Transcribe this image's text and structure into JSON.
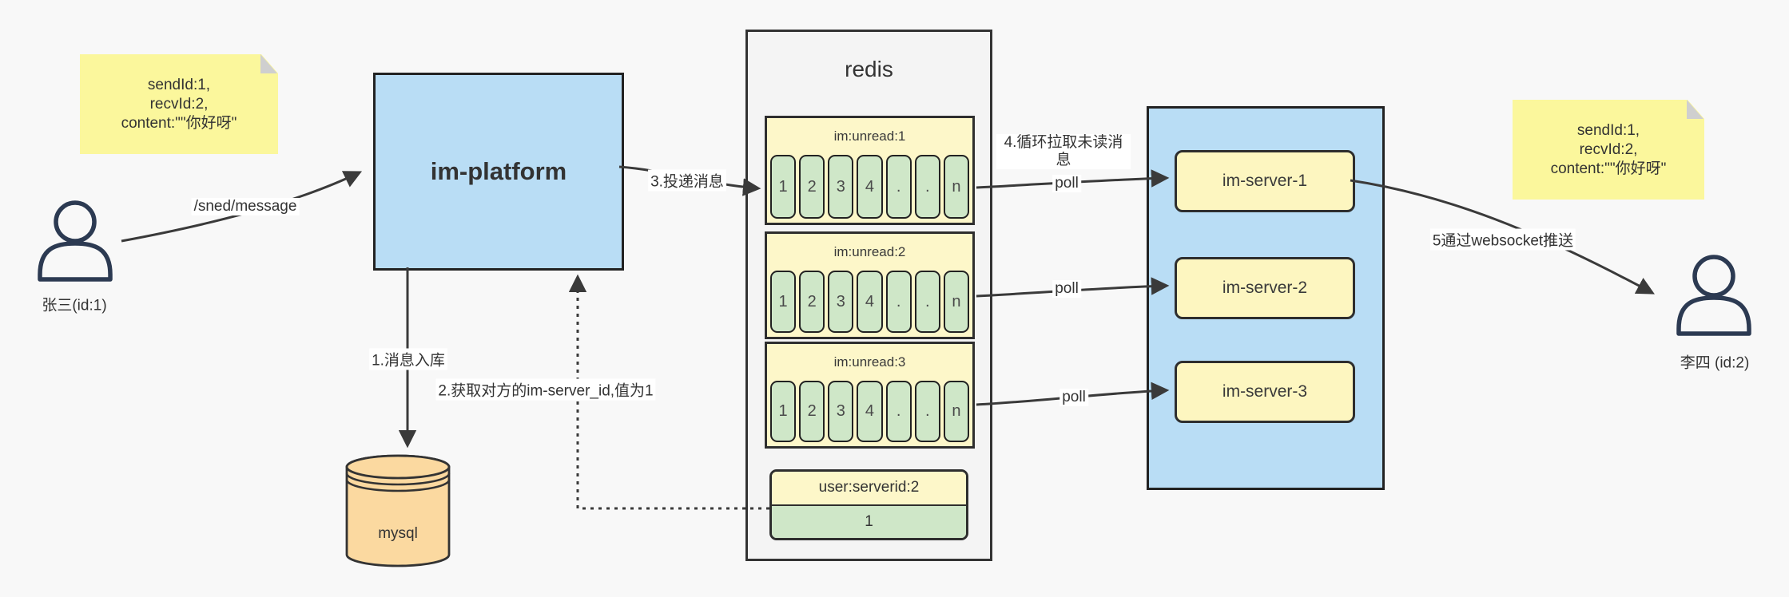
{
  "colors": {
    "background": "#f8f8f8",
    "note_yellow": "#fbf79c",
    "note_fold_gray": "#cfcfcf",
    "box_blue": "#b9ddf5",
    "box_yellow": "#fdf6c0",
    "queue_yellow": "#fdf7c9",
    "cell_green": "#cfe7c8",
    "mysql_orange": "#fbd9a0",
    "panel_gray": "#f4f4f4",
    "border_dark": "#2e2e2e",
    "line_dark": "#3a3a3a"
  },
  "sender": {
    "name": "张三(id:1)",
    "note_lines": [
      "sendId:1,",
      "recvId:2,",
      "content:\"\"你好呀\""
    ]
  },
  "receiver": {
    "name": "李四 (id:2)",
    "note_lines": [
      "sendId:1,",
      "recvId:2,",
      "content:\"\"你好呀\""
    ]
  },
  "platform": {
    "title": "im-platform"
  },
  "database": {
    "title": "mysql"
  },
  "redis": {
    "title": "redis",
    "queues": [
      {
        "name": "im:unread:1",
        "cells": [
          "1",
          "2",
          "3",
          "4",
          ".",
          ".",
          "n"
        ]
      },
      {
        "name": "im:unread:2",
        "cells": [
          "1",
          "2",
          "3",
          "4",
          ".",
          ".",
          "n"
        ]
      },
      {
        "name": "im:unread:3",
        "cells": [
          "1",
          "2",
          "3",
          "4",
          ".",
          ".",
          "n"
        ]
      }
    ],
    "mapping": {
      "key": "user:serverid:2",
      "value": "1"
    }
  },
  "servers": [
    {
      "label": "im-server-1"
    },
    {
      "label": "im-server-2"
    },
    {
      "label": "im-server-3"
    }
  ],
  "edges": {
    "send_api": "/sned/message",
    "step1": "1.消息入库",
    "step2": "2.获取对方的im-server_id,值为1",
    "step3": "3.投递消息",
    "step4": "4.循环拉取未读消息",
    "step5": "5通过websocket推送",
    "poll": "poll"
  }
}
